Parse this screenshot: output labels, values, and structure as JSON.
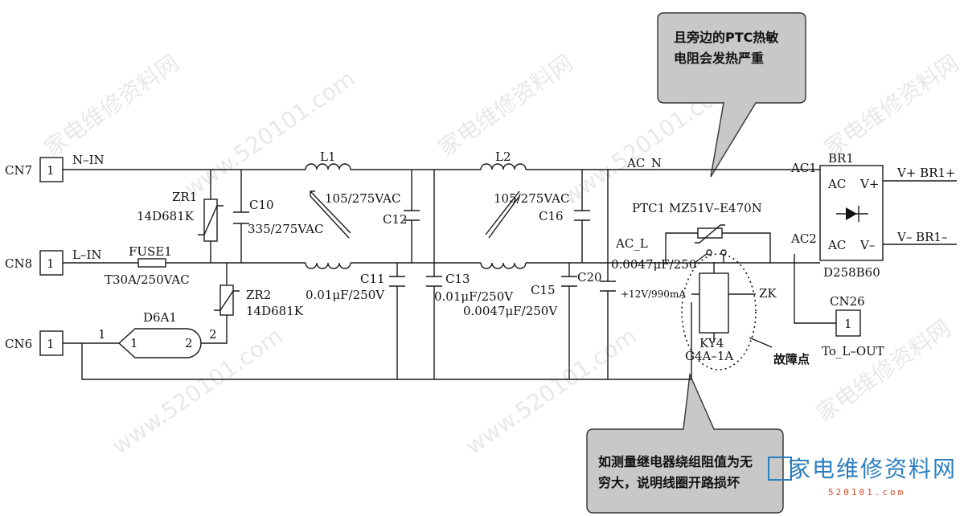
{
  "connectors": {
    "cn7": {
      "ref": "CN7",
      "pin": "1",
      "net": "N–IN"
    },
    "cn8": {
      "ref": "CN8",
      "pin": "1",
      "net": "L–IN"
    },
    "cn6": {
      "ref": "CN6",
      "pin": "1"
    },
    "cn26": {
      "ref": "CN26",
      "pin": "1",
      "net": "To_L–OUT"
    }
  },
  "components": {
    "zr1": {
      "ref": "ZR1",
      "value": "14D681K"
    },
    "zr2": {
      "ref": "ZR2",
      "value": "14D681K"
    },
    "c10": {
      "ref": "C10",
      "value": "335/275VAC"
    },
    "fuse1": {
      "ref": "FUSE1",
      "value": "T30A/250VAC"
    },
    "d6a1": {
      "ref": "D6A1",
      "pin1_outer": "1",
      "pin1_inner": "1",
      "pin2_inner": "2",
      "pin2_outer": "2"
    },
    "l1": {
      "ref": "L1",
      "value": "105/275VAC"
    },
    "c12": {
      "ref": "C12"
    },
    "c11": {
      "ref": "C11",
      "value": "0.01μF/250V"
    },
    "c13": {
      "ref": "C13",
      "value": "0.01μF/250V"
    },
    "l2": {
      "ref": "L2",
      "value": "105/275VAC"
    },
    "c16": {
      "ref": "C16"
    },
    "c15": {
      "ref": "C15",
      "value": "0.0047μF/250V"
    },
    "c20": {
      "ref": "C20",
      "value": "0.0047μF/250"
    },
    "ptc1": {
      "label": "PTC1 MZ51V–E470N"
    },
    "ky4": {
      "ref": "KY4",
      "value": "G4A–1A",
      "coil": "+12V/990mA",
      "zk": "ZK"
    },
    "br1": {
      "ref": "BR1",
      "part": "D258B60",
      "ac1": "AC",
      "ac2": "AC",
      "vplus": "V+",
      "vminus": "V–"
    }
  },
  "nets": {
    "ac_n": "AC_N",
    "ac_l": "AC_L",
    "ac1": "AC1",
    "ac2": "AC2",
    "br1_plus": "V+ BR1+",
    "br1_minus": "V– BR1–"
  },
  "annotations": {
    "fault": "故障点",
    "callout_top_line1": "且旁边的PTC热敏",
    "callout_top_line2": "电阻会发热严重",
    "callout_bottom_line1": "如测量继电器绕组阻值为无",
    "callout_bottom_line2": "穷大，说明线圈开路损坏"
  },
  "watermark": {
    "site": "www.520101.com",
    "cn": "家电维修资料网",
    "logo_cn": "家电维修资料网",
    "logo_en": "520101.com"
  }
}
